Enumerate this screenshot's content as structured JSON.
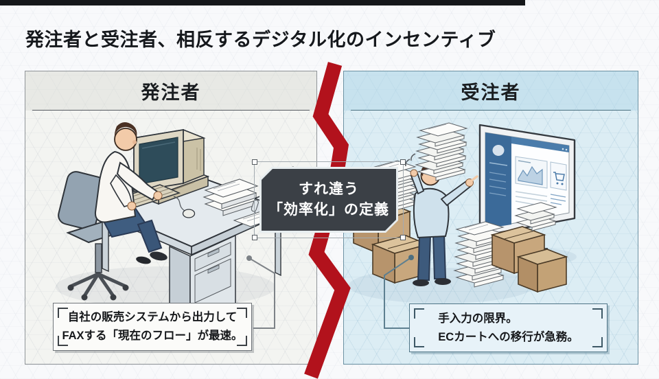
{
  "title": "発注者と受注者、相反するデジタル化のインセンティブ",
  "center_badge": {
    "line1": "すれ違う",
    "line2": "「効率化」の定義"
  },
  "left_panel": {
    "header": "発注者",
    "callout_line1": "自社の販売システムから出力して",
    "callout_line2": "FAXする「現在のフロー」が最速。",
    "illustration": "man-at-desk-with-crt-computer-and-fax"
  },
  "right_panel": {
    "header": "受注者",
    "callout_line1": "手入力の限界。",
    "callout_line2": "ECカートへの移行が急務。",
    "illustration": "man-with-paper-stacks-boxes-and-ec-dashboard"
  },
  "colors": {
    "divider_red": "#b2121c",
    "badge_bg": "#3b4046",
    "orderer_panel_bg": "#f3f4f1",
    "contractor_panel_bg": "#dcedf4",
    "title_color": "#15181c"
  }
}
